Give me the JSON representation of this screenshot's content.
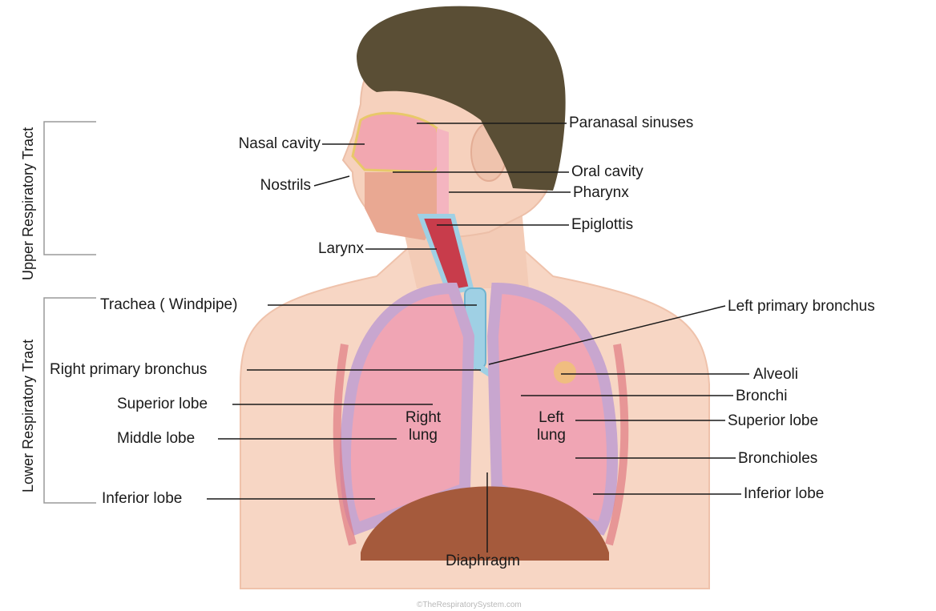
{
  "sections": {
    "upper": "Upper Respiratory Tract",
    "lower": "Lower Respiratory Tract"
  },
  "labels": {
    "paranasal_sinuses": "Paranasal sinuses",
    "nasal_cavity": "Nasal cavity",
    "oral_cavity": "Oral cavity",
    "nostrils": "Nostrils",
    "pharynx": "Pharynx",
    "epiglottis": "Epiglottis",
    "larynx": "Larynx",
    "trachea": "Trachea ( Windpipe)",
    "left_primary_bronchus": "Left primary bronchus",
    "right_primary_bronchus": "Right primary bronchus",
    "alveoli": "Alveoli",
    "bronchi": "Bronchi",
    "superior_lobe_right": "Superior lobe",
    "superior_lobe_left": "Superior lobe",
    "middle_lobe": "Middle lobe",
    "bronchioles": "Bronchioles",
    "inferior_lobe_right": "Inferior lobe",
    "inferior_lobe_left": "Inferior lobe",
    "diaphragm": "Diaphragm"
  },
  "organs": {
    "right_lung_1": "Right",
    "right_lung_2": "lung",
    "left_lung_1": "Left",
    "left_lung_2": "lung"
  },
  "watermark": "©TheRespiratorySystem.com",
  "colors": {
    "skin": "#f6d3c0",
    "hair": "#5a4e35",
    "lung": "#f0a5b4",
    "pleura": "#c8a6cf",
    "trachea": "#9fd0e4",
    "diaphragm": "#a55a3c",
    "cavity": "#f2a7b0"
  }
}
